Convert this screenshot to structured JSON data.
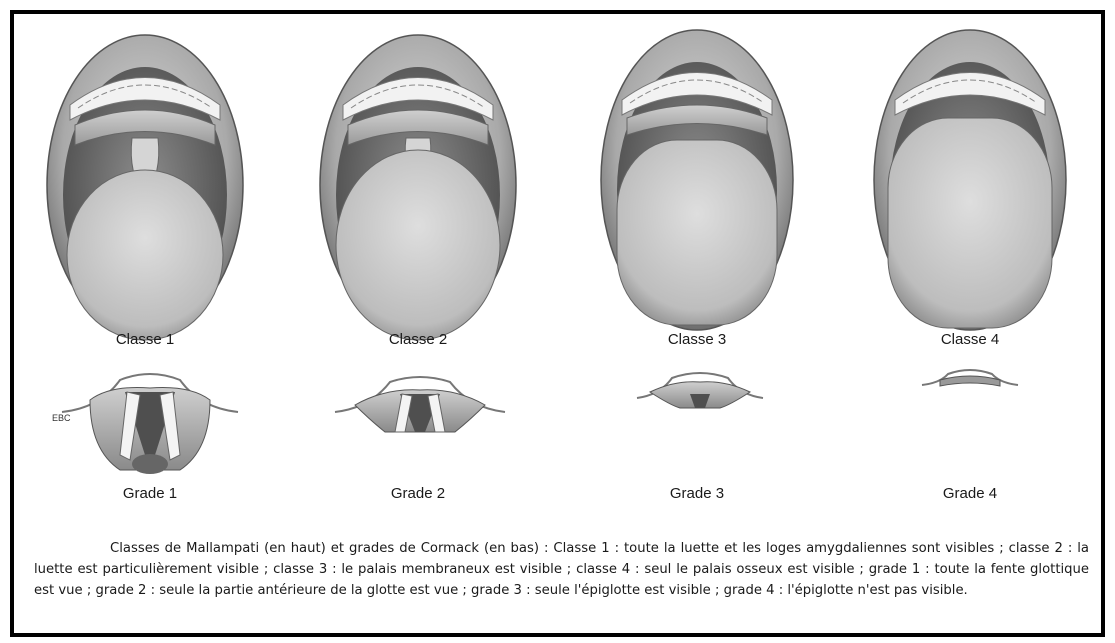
{
  "figure": {
    "mallampati_labels": [
      "Classe 1",
      "Classe 2",
      "Classe 3",
      "Classe 4"
    ],
    "cormack_labels": [
      "Grade 1",
      "Grade 2",
      "Grade 3",
      "Grade 4"
    ],
    "small_label": "EBC",
    "caption": "Classes de Mallampati (en haut) et grades de Cormack (en bas) : Classe 1 : toute la luette et les loges amygdaliennes sont visibles ; classe 2 : la luette est particulièrement visible ; classe 3 : le palais membraneux est visible ; classe 4 : seul le palais osseux est visible ; grade 1 : toute la fente glottique est vue ; grade 2 : seule la partie antérieure de la glotte est vue ; grade 3 : seule l'épiglotte est visible ; grade 4 : l'épiglotte n'est pas visible."
  }
}
